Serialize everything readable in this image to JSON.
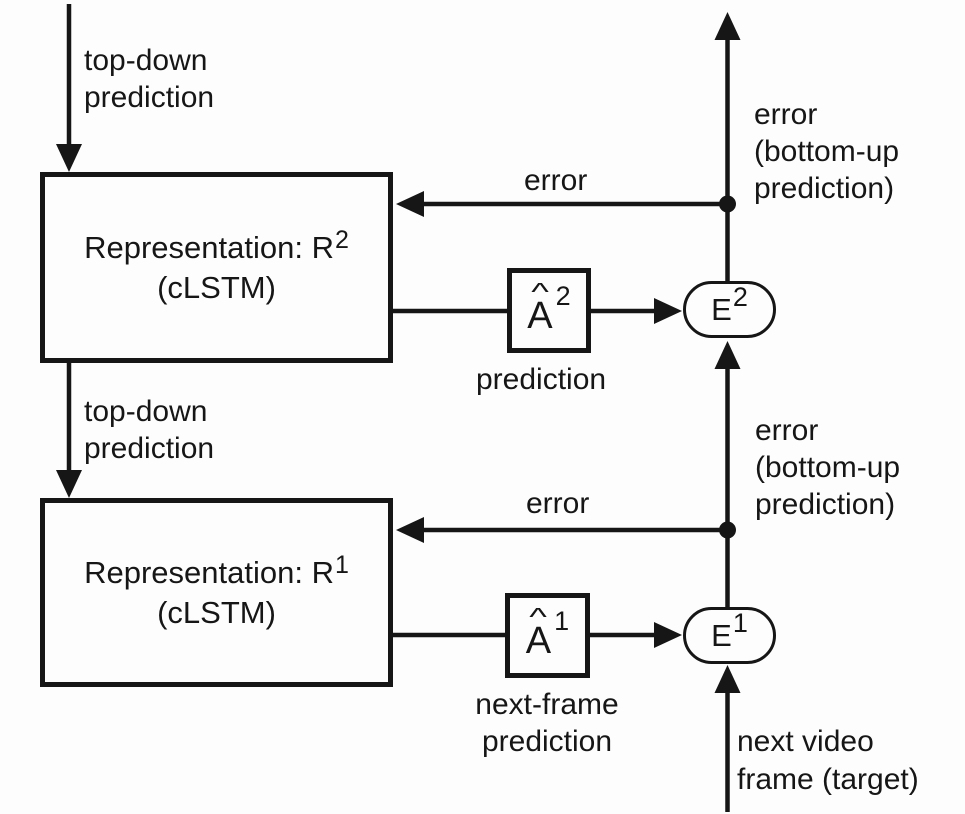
{
  "diagram": {
    "title": "predictive-coding-network-architecture",
    "colors": {
      "ink": "#161616",
      "background": "#fdfdfd"
    },
    "layers": [
      {
        "id": "layer-2",
        "representation": {
          "title_base": "Representation: R",
          "title_sup": "2",
          "subtitle": "(cLSTM)"
        },
        "prediction_unit": {
          "letter": "A",
          "hat": "^",
          "sup": "2"
        },
        "error_unit": {
          "letter": "E",
          "sup": "2"
        }
      },
      {
        "id": "layer-1",
        "representation": {
          "title_base": "Representation: R",
          "title_sup": "1",
          "subtitle": "(cLSTM)"
        },
        "prediction_unit": {
          "letter": "A",
          "hat": "^",
          "sup": "1"
        },
        "error_unit": {
          "letter": "E",
          "sup": "1"
        }
      }
    ],
    "labels": {
      "top_down_1": "top-down\nprediction",
      "top_down_2": "top-down\nprediction",
      "error_1": "error",
      "error_2": "error",
      "error_bottom_up_1": "error\n(bottom-up\nprediction)",
      "error_bottom_up_2": "error\n(bottom-up\nprediction)",
      "prediction_l2": "prediction",
      "prediction_l1": "next-frame\nprediction",
      "target_input": "next video\nframe (target)"
    }
  }
}
